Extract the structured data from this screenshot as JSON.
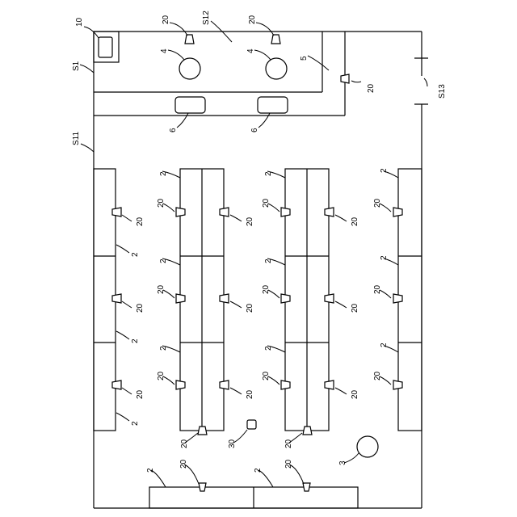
{
  "labels": {
    "room": "S1",
    "area_main": "S11",
    "area_upper": "S12",
    "opening": "S13",
    "desk": "2",
    "round_table": "3",
    "pillar": "4",
    "counter": "5",
    "box": "6",
    "panel": "10",
    "camera": "20",
    "small_item": "30"
  }
}
